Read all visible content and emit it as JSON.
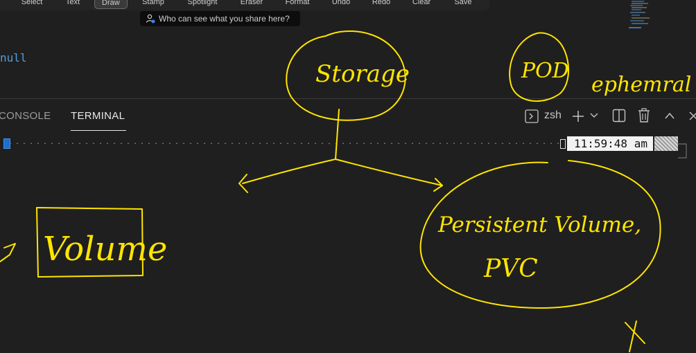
{
  "toolbar": {
    "items": [
      "Select",
      "Text",
      "Draw",
      "Stamp",
      "Spotlight",
      "Eraser",
      "Format",
      "Undo",
      "Redo",
      "Clear",
      "Save"
    ],
    "active": "Draw"
  },
  "share_tip": {
    "text": "Who can see what you share here?"
  },
  "editor": {
    "code_text": "null"
  },
  "panel": {
    "tabs": [
      "CONSOLE",
      "TERMINAL"
    ],
    "active_tab": "TERMINAL",
    "shell_label": "zsh"
  },
  "terminal": {
    "clock": "11:59:48 am"
  },
  "annotations": {
    "storage": "Storage",
    "pod": "POD",
    "ephemeral": "ephemral",
    "volume": "Volume",
    "persistent_volume": "Persistent Volume,",
    "pvc": "PVC"
  },
  "colors": {
    "ink": "#ffe500",
    "background": "#1f1f1f",
    "accent": "#569cd6"
  }
}
